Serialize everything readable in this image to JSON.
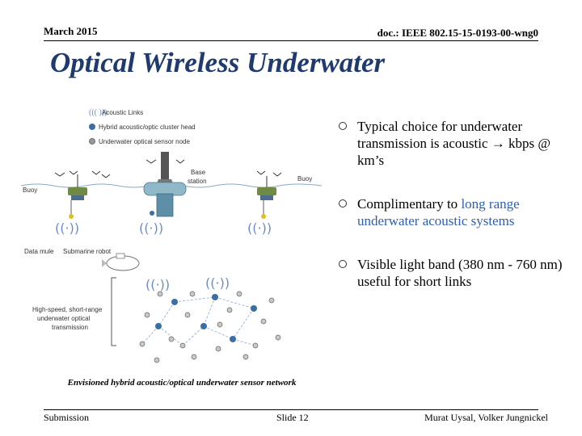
{
  "header": {
    "date": "March 2015",
    "doc_id": "doc.: IEEE 802.15-15-0193-00-wng0"
  },
  "title": "Optical Wireless Underwater",
  "bullets": [
    {
      "text": "Typical choice for underwater transmission is acoustic → kbps @ km’s"
    },
    {
      "before": "Complimentary to ",
      "highlight": "long range underwater acoustic systems",
      "after": ""
    },
    {
      "text": "Visible light band  (380 nm - 760 nm) useful for short links"
    }
  ],
  "figure": {
    "legend": [
      "Acoustic Links",
      "Hybrid acoustic/optic cluster head",
      "Underwater optical sensor node"
    ],
    "labels": {
      "buoy_left": "Buoy",
      "buoy_right": "Buoy",
      "base_station_1": "Base",
      "base_station_2": "station",
      "data_mule": "Data mule",
      "submarine_robot": "Submarine robot",
      "transmission_1": "High-speed, short-range",
      "transmission_2": "underwater optical",
      "transmission_3": "transmission"
    }
  },
  "caption": "Envisioned hybrid acoustic/optical underwater sensor network",
  "footer": {
    "left": "Submission",
    "center": "Slide 12",
    "right": "Murat Uysal, Volker Jungnickel"
  }
}
